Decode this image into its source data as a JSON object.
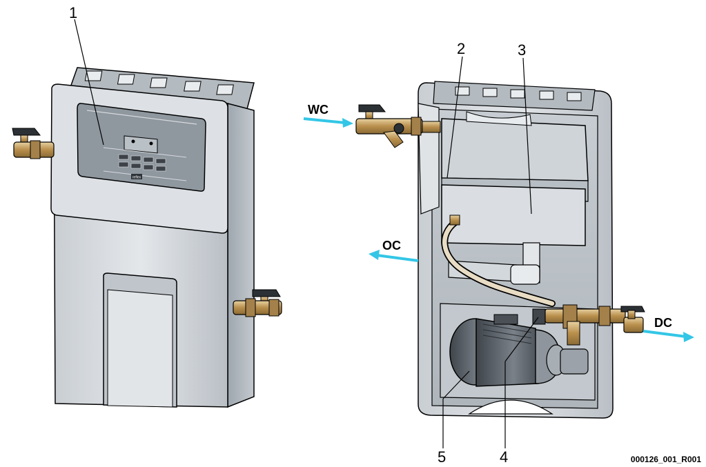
{
  "callouts": {
    "c1": "1",
    "c2": "2",
    "c3": "3",
    "c4": "4",
    "c5": "5"
  },
  "flows": {
    "wc": "WC",
    "oc": "OC",
    "dc": "DC"
  },
  "reference_code": "000126_001_R001",
  "controller_brand": "reflex",
  "colors": {
    "flow_arrow": "#33c6e6",
    "housing": "#d3d8dd",
    "housing_dark": "#9aa3ab",
    "brass": "#c9a86a",
    "pump": "#5d646b"
  }
}
